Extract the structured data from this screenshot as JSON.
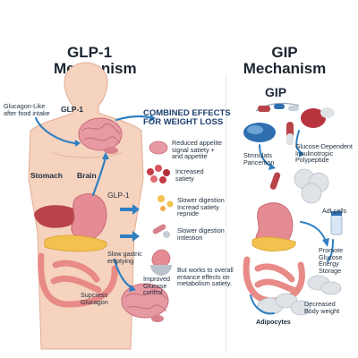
{
  "left": {
    "title_line1": "GLP-1",
    "title_line2": "Mechanism",
    "glucagon_like_line1": "Glucagon-Like",
    "glucagon_like_line2": "after food intake",
    "glp1_head_label": "GLP-1",
    "stomach_label": "Stomach",
    "brain_label": "Brain",
    "glp1_mid_label": "GLP-1",
    "slow_gastric_line1": "Slow gastric",
    "slow_gastric_line2": "emptying",
    "suppress_line1": "Supcress",
    "suppress_line2": "Glucagon"
  },
  "effects": {
    "heading_line1": "COMBINED EFFECTS",
    "heading_line2": "FOR WEIGHT LOSS",
    "items": [
      {
        "line1": "Reduced appelite",
        "line2": "signal satiety +",
        "line3": "and appetite"
      },
      {
        "line1": "Increased",
        "line2": "satiety",
        "line3": ""
      },
      {
        "line1": "Slower digestion",
        "line2": "Incread satiety",
        "line3": "repnide"
      },
      {
        "line1": "Slower digestion",
        "line2": "intlestion",
        "line3": ""
      },
      {
        "line1": "Improved",
        "line2": "Glucose",
        "line3": "control"
      }
    ],
    "footnote_line1": "But works to overall",
    "footnote_line2": "entance effects on",
    "footnote_line3": "metabolism satiety."
  },
  "right": {
    "title_line1": "GIP",
    "title_line2": "Mechanism",
    "gip_label": "GIP",
    "stimulates_line1": "Stmnulats",
    "stimulates_line2": "Pancertion",
    "gdip_line1": "Glucose-Dependent",
    "gdip_line2": "Insulinotropic",
    "gdip_line3": "Polypeptide",
    "adt_cells": "Adt cells",
    "promote_line1": "Promote",
    "promote_line2": "Glucose",
    "promote_line3": "Energy",
    "promote_line4": "Storage",
    "decreased_line1": "Decreased",
    "decreased_line2": "Body weight",
    "adipocytes": "Adipocytes"
  },
  "colors": {
    "skin": "#f6d3bf",
    "skin_shadow": "#e8b49b",
    "brain": "#e79aa3",
    "stomach": "#e58b93",
    "intestine": "#e88a86",
    "liver": "#b8434a",
    "pancreas": "#f2c14e",
    "arrow": "#2f7fc1",
    "heading": "#1d3f6e"
  }
}
